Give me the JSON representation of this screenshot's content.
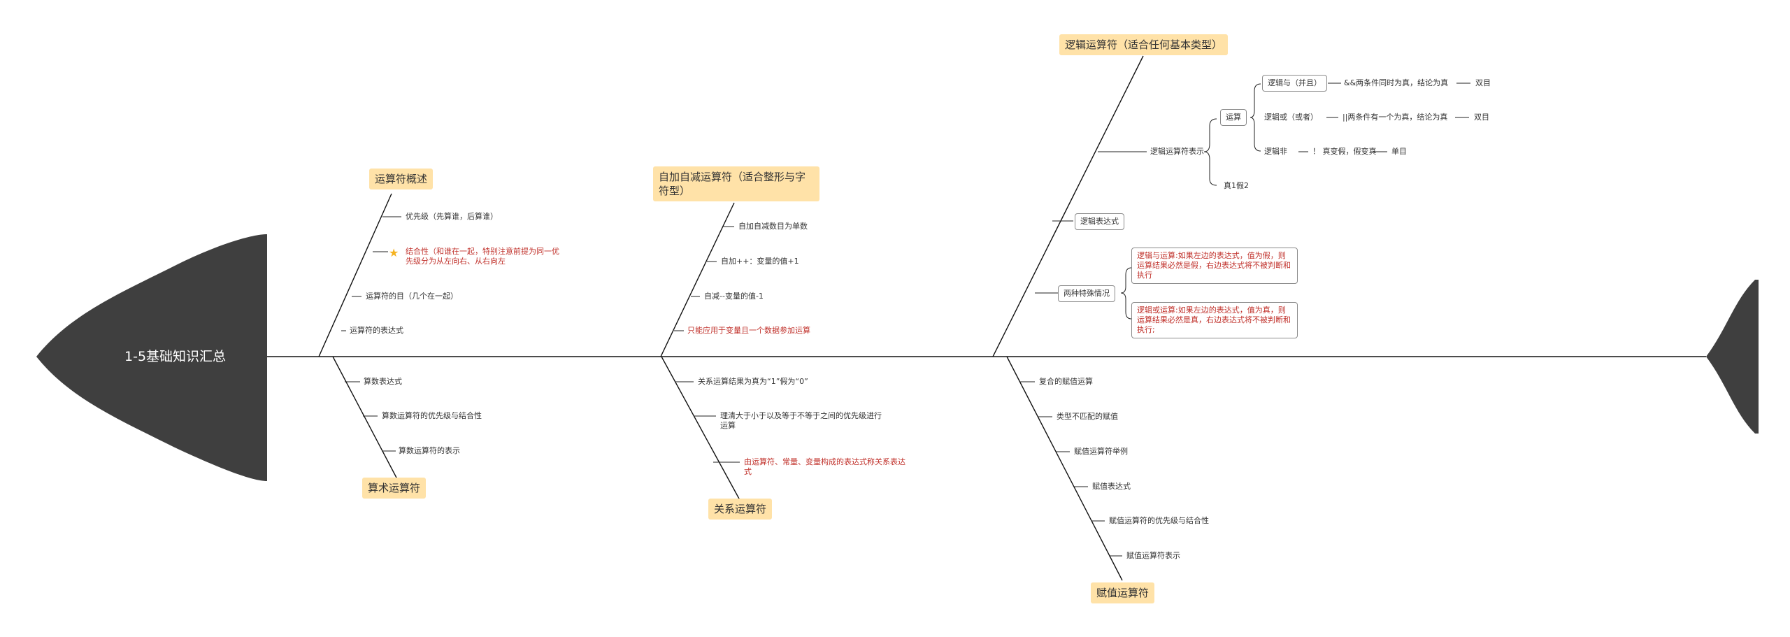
{
  "title": "1-5基础知识汇总",
  "colors": {
    "head": "#3f3f3f",
    "category_bg": "#ffe2a8",
    "red_text": "#c0302a",
    "line": "#111111"
  },
  "categories": {
    "overview": "运算符概述",
    "incdec": "自加自减运算符（适合整形与字符型）",
    "logic": "逻辑运算符（适合任何基本类型）",
    "arith": "算术运算符",
    "relation": "关系运算符",
    "assign": "赋值运算符"
  },
  "overview_items": [
    "优先级（先算谁，后算谁）",
    "结合性（和谁在一起，特别注意前提为同一优先级分为从左向右、从右向左",
    "运算符的目（几个在一起）",
    "运算符的表达式"
  ],
  "incdec_items": [
    "自加自减数目为单数",
    "自加++：变量的值+1",
    "自减--变量的值-1",
    "只能应用于变量且一个数据参加运算"
  ],
  "arith_items": [
    "算数表达式",
    "算数运算符的优先级与结合性",
    "算数运算符的表示"
  ],
  "relation_items": [
    "关系运算结果为真为“1”假为“0”",
    "理清大于小于以及等于不等于之间的优先级进行运算",
    "由运算符、常量、变量构成的表达式称关系表达式"
  ],
  "assign_items": [
    "复合的赋值运算",
    "类型不匹配的赋值",
    "赋值运算符举例",
    "赋值表达式",
    "赋值运算符的优先级与结合性",
    "赋值运算符表示"
  ],
  "logic": {
    "repr": "逻辑运算符表示",
    "ops": "运算",
    "and": "逻辑与（并且）",
    "and_desc": "&&两条件同时为真，结论为真",
    "and_type": "双目",
    "or": "逻辑或（或者）",
    "or_desc": "||两条件有一个为真，结论为真",
    "or_type": "双目",
    "not": "逻辑非",
    "not_desc": "！ 真变假，假变真",
    "not_type": "单目",
    "true_false": "真1假2",
    "expr": "逻辑表达式",
    "special": "两种特殊情况",
    "special_1": "逻辑与运算:如果左边的表达式，值为假，则运算结果必然是假，右边表达式将不被判断和执行",
    "special_2": "逻辑或运算:如果左边的表达式，值为真，则运算结果必然是真，右边表达式将不被判断和执行;"
  }
}
